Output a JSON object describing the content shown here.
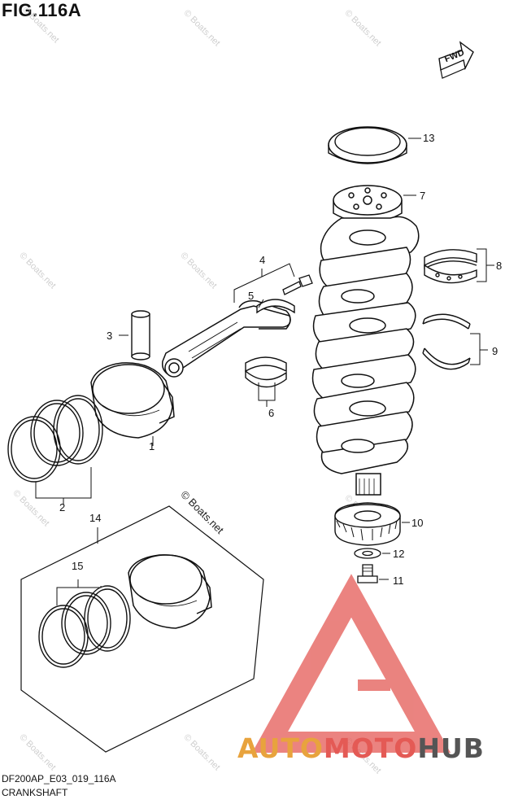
{
  "figure": {
    "title": "FIG.116A",
    "code": "DF200AP_E03_019_116A",
    "name": "CRANKSHAFT",
    "direction_label": "FWD"
  },
  "callouts": [
    {
      "id": "c1",
      "label": "1"
    },
    {
      "id": "c2",
      "label": "2"
    },
    {
      "id": "c3",
      "label": "3"
    },
    {
      "id": "c4",
      "label": "4"
    },
    {
      "id": "c5",
      "label": "5"
    },
    {
      "id": "c6",
      "label": "6"
    },
    {
      "id": "c7",
      "label": "7"
    },
    {
      "id": "c8",
      "label": "8"
    },
    {
      "id": "c9",
      "label": "9"
    },
    {
      "id": "c10",
      "label": "10"
    },
    {
      "id": "c11",
      "label": "11"
    },
    {
      "id": "c12",
      "label": "12"
    },
    {
      "id": "c13",
      "label": "13"
    },
    {
      "id": "c14",
      "label": "14"
    },
    {
      "id": "c15",
      "label": "15"
    }
  ],
  "watermark": {
    "text": "© Boats.net"
  },
  "brand": {
    "part1": "AUTO",
    "part2": "MOTO",
    "part3": "HUB",
    "color1": "#e8a33d",
    "color2": "#e45a55",
    "color3": "#555555"
  }
}
